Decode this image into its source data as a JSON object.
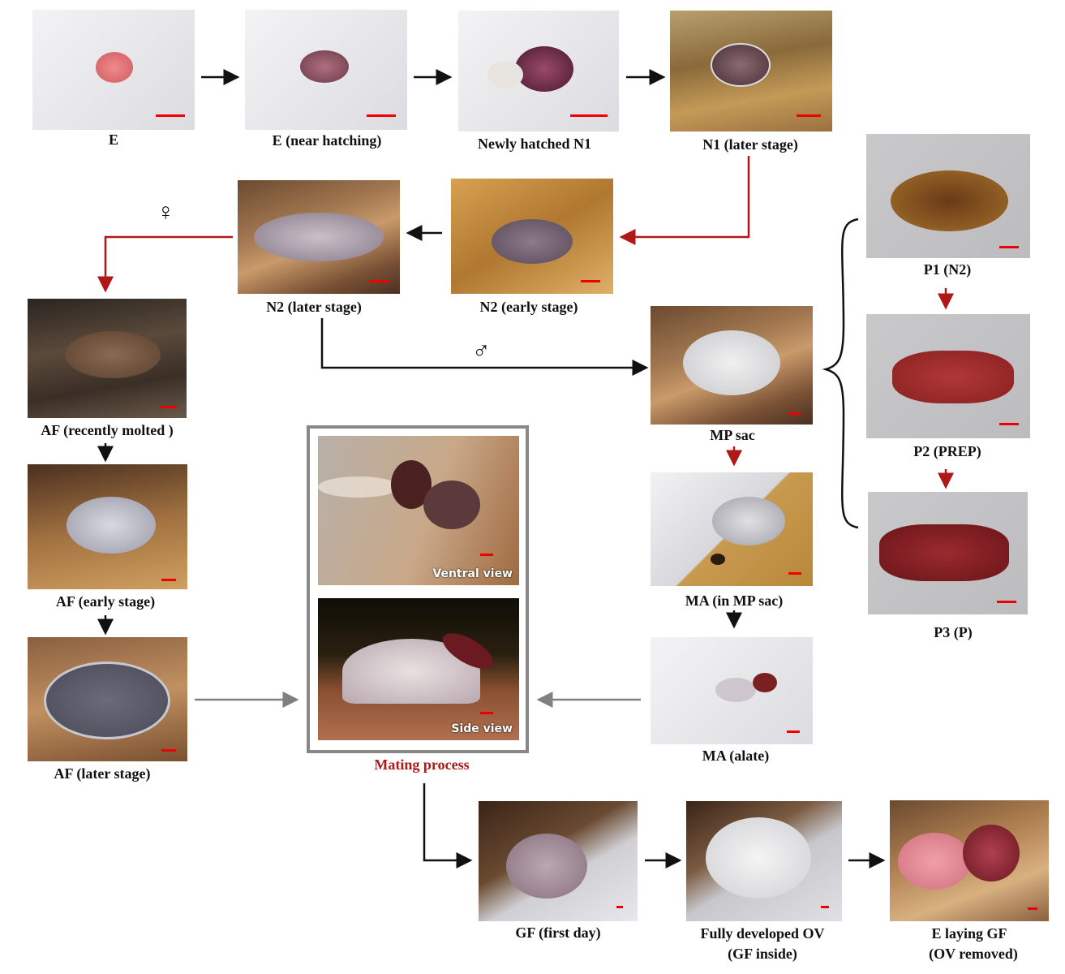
{
  "stages": {
    "e": "E",
    "e_near": "E (near hatching)",
    "n1_new": "Newly hatched N1",
    "n1_late": "N1 (later stage)",
    "n2_late": "N2 (later stage)",
    "n2_early": "N2 (early stage)",
    "af_molted": "AF (recently molted )",
    "af_early": "AF (early stage)",
    "af_late": "AF (later stage)",
    "mp_sac": "MP sac",
    "ma_in_sac": "MA (in MP sac)",
    "ma_alate": "MA (alate)",
    "p1": "P1 (N2)",
    "p2": "P2 (PREP)",
    "p3": "P3 (P)",
    "gf_first": "GF (first day)",
    "ov_line1": "Fully developed OV",
    "ov_line2": "(GF inside)",
    "elay_line1": "E laying GF",
    "elay_line2": "(OV removed)"
  },
  "mating": {
    "title": "Mating process",
    "ventral": "Ventral view",
    "side": "Side view"
  },
  "symbols": {
    "female": "♀",
    "male": "♂"
  },
  "colors": {
    "red_path": "#b01818",
    "black_path": "#111111",
    "grey_path": "#808080",
    "scale_bar": "#ee0000",
    "mating_title": "#b01818"
  }
}
